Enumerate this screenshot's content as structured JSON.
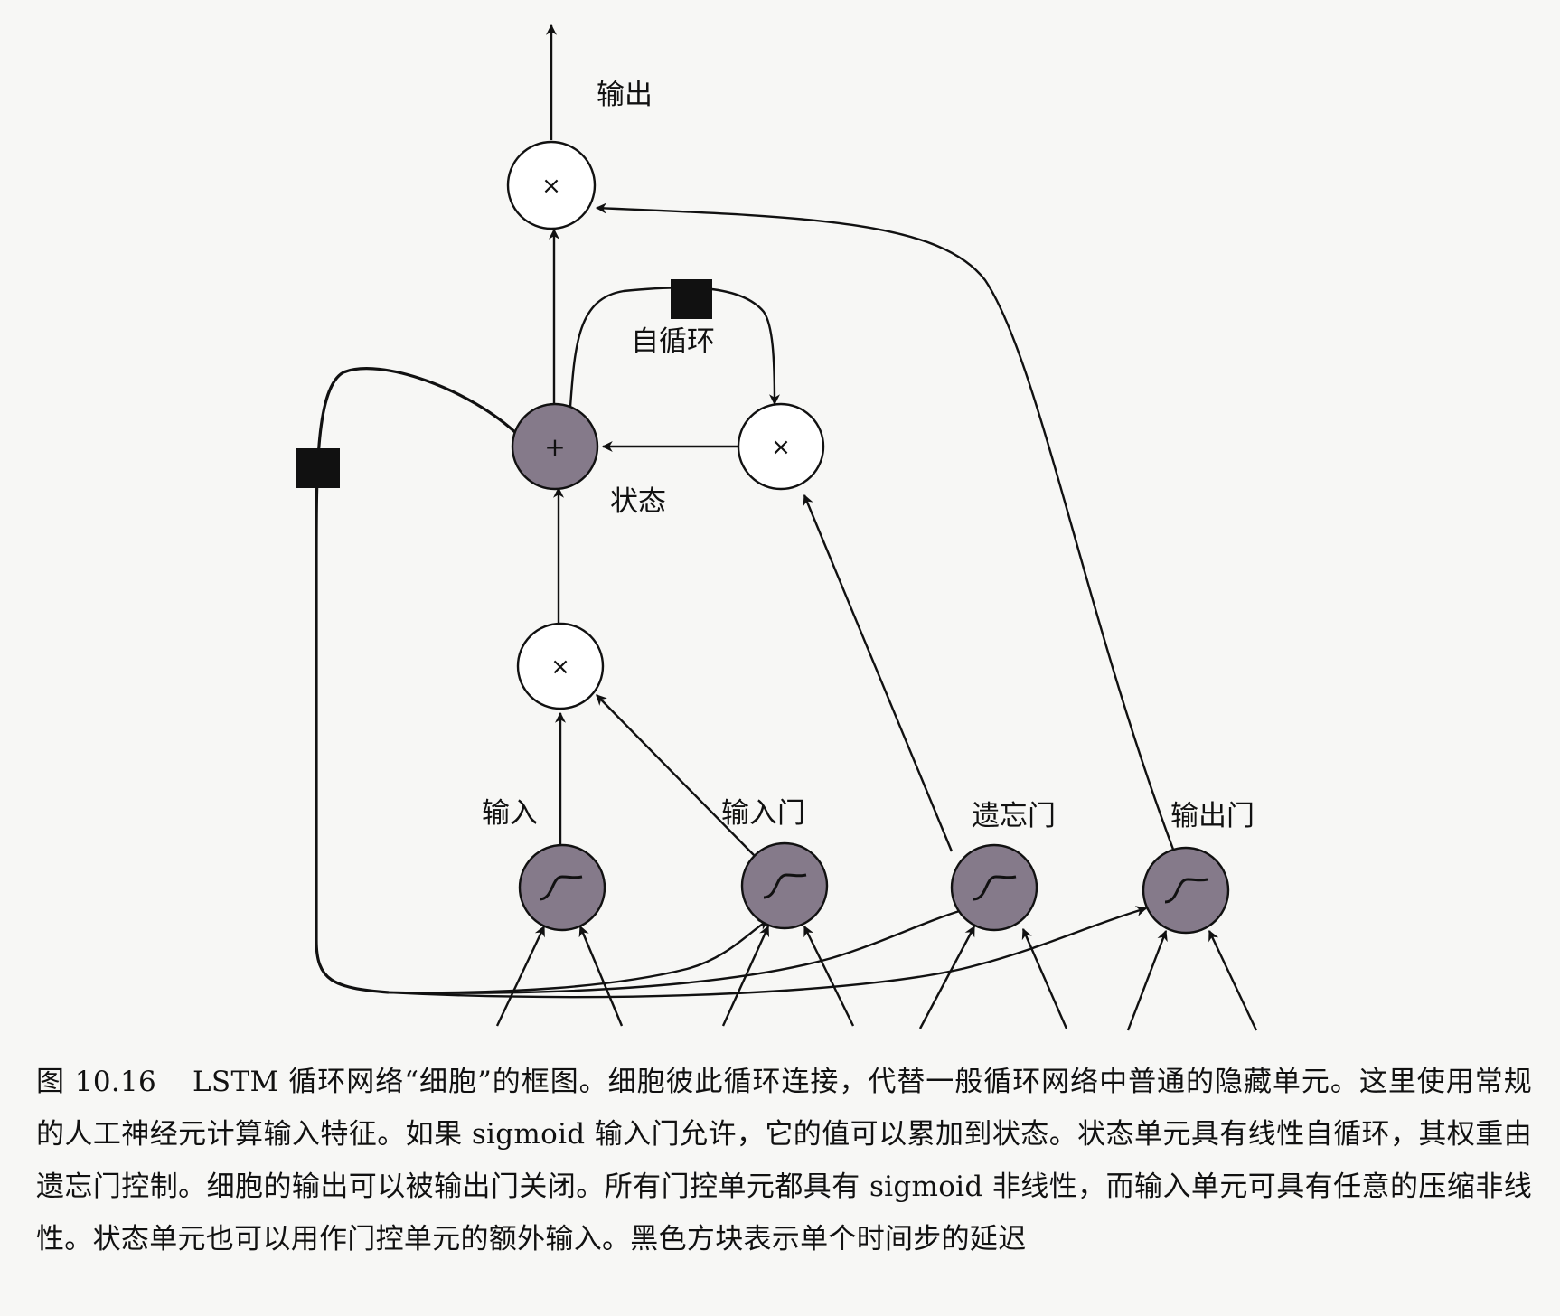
{
  "diagram": {
    "labels": {
      "output": "输出",
      "self_loop": "自循环",
      "state": "状态",
      "input": "输入",
      "input_gate": "输入门",
      "forget_gate": "遗忘门",
      "output_gate": "输出门"
    },
    "symbols": {
      "multiply": "×",
      "add": "+"
    },
    "colors": {
      "unit_fill": "#857a8a",
      "gate_fill": "#ffffff",
      "stroke": "#111111",
      "delay_block": "#111111"
    }
  },
  "caption": {
    "figure_number": "图 10.16",
    "text": "LSTM 循环网络“细胞”的框图。细胞彼此循环连接，代替一般循环网络中普通的隐藏单元。这里使用常规的人工神经元计算输入特征。如果 sigmoid 输入门允许，它的值可以累加到状态。状态单元具有线性自循环，其权重由遗忘门控制。细胞的输出可以被输出门关闭。所有门控单元都具有 sigmoid 非线性，而输入单元可具有任意的压缩非线性。状态单元也可以用作门控单元的额外输入。黑色方块表示单个时间步的延迟"
  }
}
